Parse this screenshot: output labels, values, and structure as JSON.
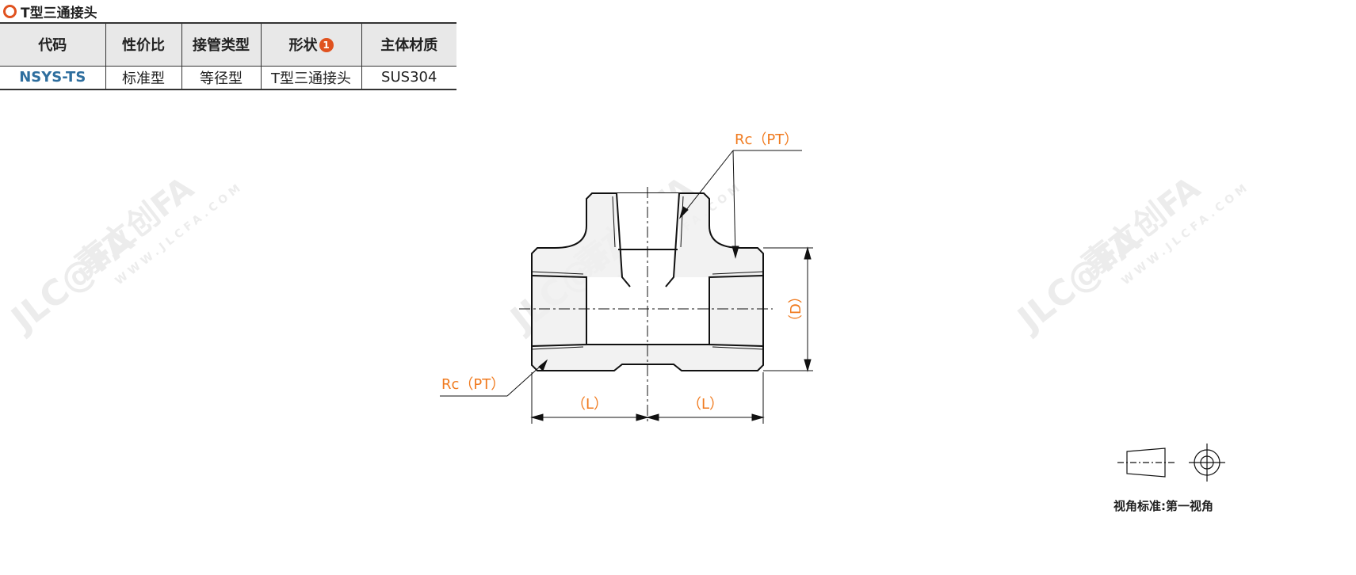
{
  "title": "T型三通接头",
  "table": {
    "headers": [
      "代码",
      "性价比",
      "接管类型",
      "形状",
      "主体材质"
    ],
    "shape_badge": "1",
    "row": [
      "NSYS-TS",
      "标准型",
      "等径型",
      "T型三通接头",
      "SUS304"
    ]
  },
  "drawing": {
    "thread_label_top": "Rc（PT）",
    "thread_label_bottom": "Rc（PT）",
    "dim_d": "（D）",
    "dim_l_left": "（L）",
    "dim_l_right": "（L）"
  },
  "watermark": {
    "brand": "JLC@FA",
    "cn": "嘉立创FA",
    "url": "WWW.JLCFA.COM"
  },
  "view_standard": "视角标准:第一视角",
  "colors": {
    "accent": "#e0521f",
    "code": "#2e6e9e",
    "dimension": "#f07a1e"
  }
}
